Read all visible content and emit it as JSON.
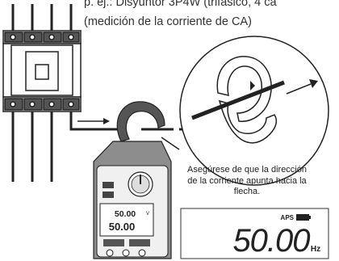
{
  "caption": {
    "line1": "p. ej.: Disyuntor 3P4W (trifásico, 4 ca",
    "line2": "(medición de la corriente de CA)"
  },
  "callout": {
    "note": "Asegúrese de que la dirección de la corriente apunta hacia la flecha."
  },
  "meter": {
    "lcd_main": "50.00",
    "lcd_secondary": "50.00",
    "lcd_small_label": "V"
  },
  "display_zoom": {
    "indicator": "APS",
    "reading": "50.00",
    "unit": "Hz"
  },
  "colors": {
    "line": "#222222",
    "meter_body": "#8d8d8d",
    "meter_face": "#f0f0f0",
    "lcd_bg": "#ffffff"
  },
  "icons": [
    "breaker-icon",
    "clamp-meter-icon",
    "current-arrow-icon",
    "battery-icon"
  ]
}
